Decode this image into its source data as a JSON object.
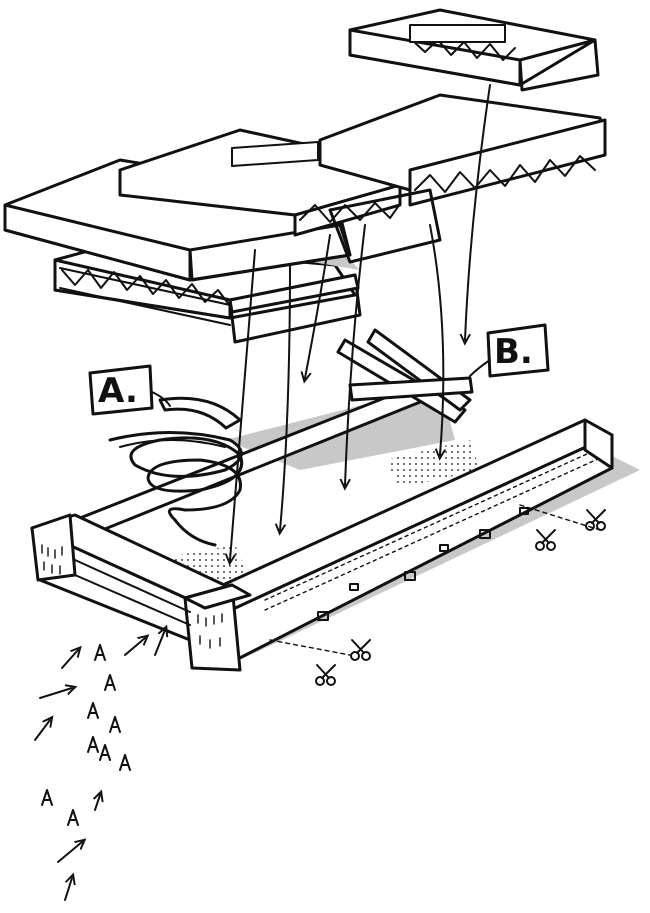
{
  "labels": {
    "a": "A.",
    "b": "B."
  },
  "colors": {
    "ink": "#111111",
    "shadow": "#c8c8c8",
    "paper": "#ffffff"
  },
  "icons": [
    "scissors-icon",
    "arrow-icon",
    "letter-a-mark"
  ]
}
